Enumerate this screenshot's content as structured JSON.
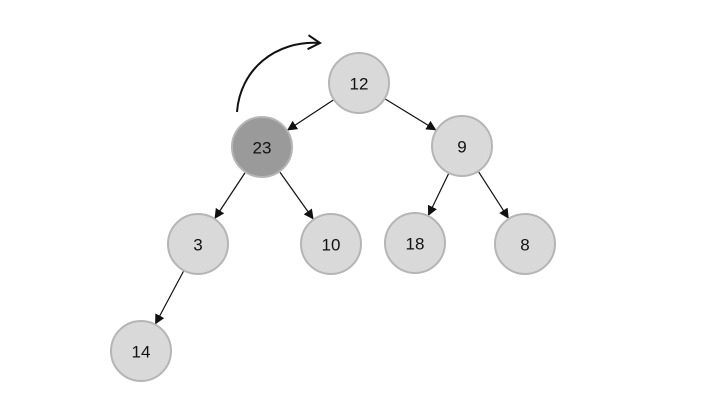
{
  "diagram": {
    "type": "binary-tree",
    "annotation": "swap-arrow",
    "colors": {
      "node_fill": "#d9d9d9",
      "highlight_fill": "#9a9a9a",
      "node_stroke": "#b5b5b5",
      "edge": "#111111"
    },
    "nodes": [
      {
        "id": "n12",
        "label": "12",
        "parent": null,
        "highlighted": false
      },
      {
        "id": "n23",
        "label": "23",
        "parent": "n12",
        "highlighted": true
      },
      {
        "id": "n9",
        "label": "9",
        "parent": "n12",
        "highlighted": false
      },
      {
        "id": "n3",
        "label": "3",
        "parent": "n23",
        "highlighted": false
      },
      {
        "id": "n10",
        "label": "10",
        "parent": "n23",
        "highlighted": false
      },
      {
        "id": "n18",
        "label": "18",
        "parent": "n9",
        "highlighted": false
      },
      {
        "id": "n8",
        "label": "8",
        "parent": "n9",
        "highlighted": false
      },
      {
        "id": "n14",
        "label": "14",
        "parent": "n3",
        "highlighted": false
      }
    ]
  }
}
